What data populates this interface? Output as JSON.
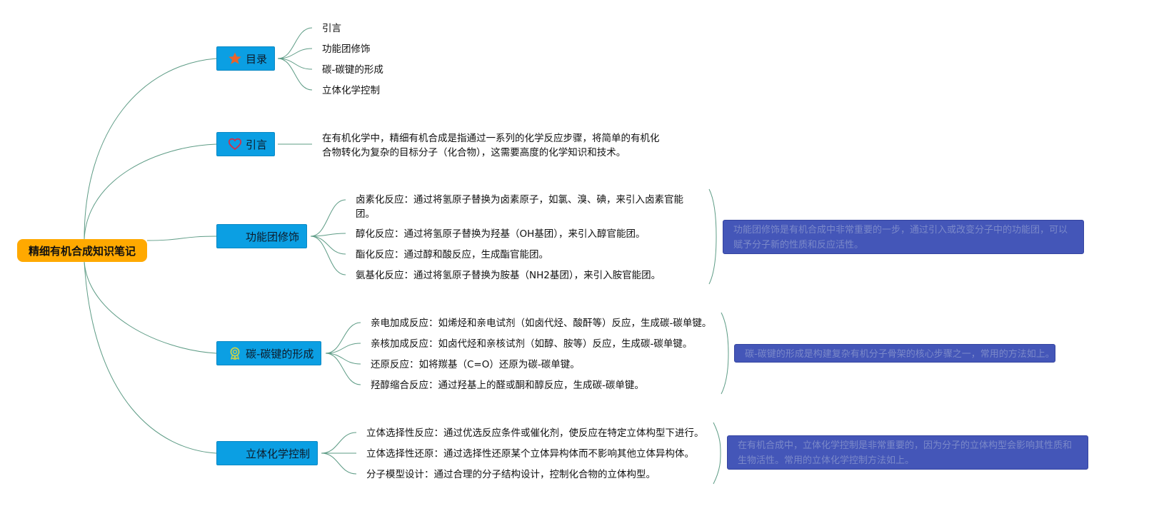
{
  "root": {
    "label": "精细有机合成知识笔记"
  },
  "branches": [
    {
      "label": "目录",
      "icon": "star-icon",
      "children": [
        "引言",
        "功能团修饰",
        "碳-碳键的形成",
        "立体化学控制"
      ],
      "note": ""
    },
    {
      "label": "引言",
      "icon": "heart-icon",
      "children": [
        "在有机化学中，精细有机合成是指通过一系列的化学反应步骤，将简单的有机化合物转化为复杂的目标分子（化合物），这需要高度的化学知识和技术。"
      ],
      "note": ""
    },
    {
      "label": "功能团修饰",
      "icon": "",
      "children": [
        "卤素化反应：通过将氢原子替换为卤素原子，如氯、溴、碘，来引入卤素官能团。",
        "醇化反应：通过将氢原子替换为羟基（OH基团），来引入醇官能团。",
        "酯化反应：通过醇和酸反应，生成酯官能团。",
        "氨基化反应：通过将氢原子替换为胺基（NH2基团），来引入胺官能团。"
      ],
      "note": "功能团修饰是有机合成中非常重要的一步，通过引入或改变分子中的功能团，可以赋予分子新的性质和反应活性。"
    },
    {
      "label": "碳-碳键的形成",
      "icon": "award-icon",
      "children": [
        "亲电加成反应：如烯烃和亲电试剂（如卤代烃、酸酐等）反应，生成碳-碳单键。",
        "亲核加成反应：如卤代烃和亲核试剂（如醇、胺等）反应，生成碳-碳单键。",
        "还原反应：如将羰基（C=O）还原为碳-碳单键。",
        "羟醇缩合反应：通过羟基上的醛或酮和醇反应，生成碳-碳单键。"
      ],
      "note": "碳-碳键的形成是构建复杂有机分子骨架的核心步骤之一，常用的方法如上。"
    },
    {
      "label": "立体化学控制",
      "icon": "",
      "children": [
        "立体选择性反应：通过优选反应条件或催化剂，使反应在特定立体构型下进行。",
        "立体选择性还原：通过选择性还原某个立体异构体而不影响其他立体异构体。",
        "分子模型设计：通过合理的分子结构设计，控制化合物的立体构型。"
      ],
      "note": "在有机合成中，立体化学控制是非常重要的，因为分子的立体构型会影响其性质和生物活性。常用的立体化学控制方法如上。"
    }
  ],
  "colors": {
    "root": "#ffa900",
    "branch": "#0b9fe3",
    "note": "#4456b8",
    "link": "#5e9c86",
    "star": "#e8632b",
    "heart": "#d32f4a",
    "award": "#c8d14a"
  }
}
